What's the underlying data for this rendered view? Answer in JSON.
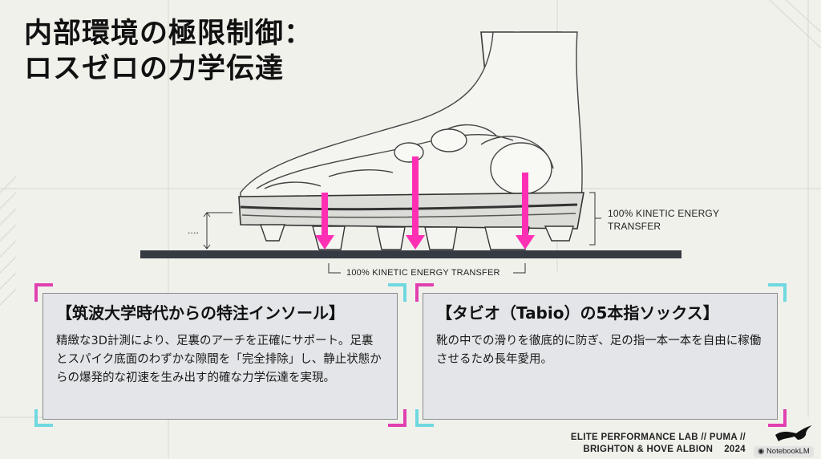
{
  "title": {
    "line1": "内部環境の極限制御：",
    "line2": "ロスゼロの力学伝達"
  },
  "diagram": {
    "right_label_line1": "100% KINETIC ENERGY",
    "right_label_line2": "TRANSFER",
    "bottom_label": "100% KINETIC ENERGY TRANSFER",
    "height_label": "....",
    "arrow_color": "#ff2fb4"
  },
  "cards": [
    {
      "title": "【筑波大学時代からの特注インソール】",
      "body": "精緻な3D計測により、足裏のアーチを正確にサポート。足裏とスパイク底面のわずかな隙間を「完全排除」し、静止状態からの爆発的な初速を生み出す的確な力学伝達を実現。"
    },
    {
      "title": "【タビオ（Tabio）の5本指ソックス】",
      "body": "靴の中での滑りを徹底的に防ぎ、足の指一本一本を自由に稼働させるため長年愛用。"
    }
  ],
  "footer": {
    "line1": "ELITE PERFORMANCE LAB // PUMA //",
    "line2": "BRIGHTON & HOVE ALBION",
    "year": "2024",
    "badge": "NotebookLM",
    "logo": "PUMA"
  },
  "colors": {
    "magenta": "#e040b0",
    "cyan": "#6fd8e0",
    "ground": "#363a42",
    "background": "#f1f1ec"
  }
}
